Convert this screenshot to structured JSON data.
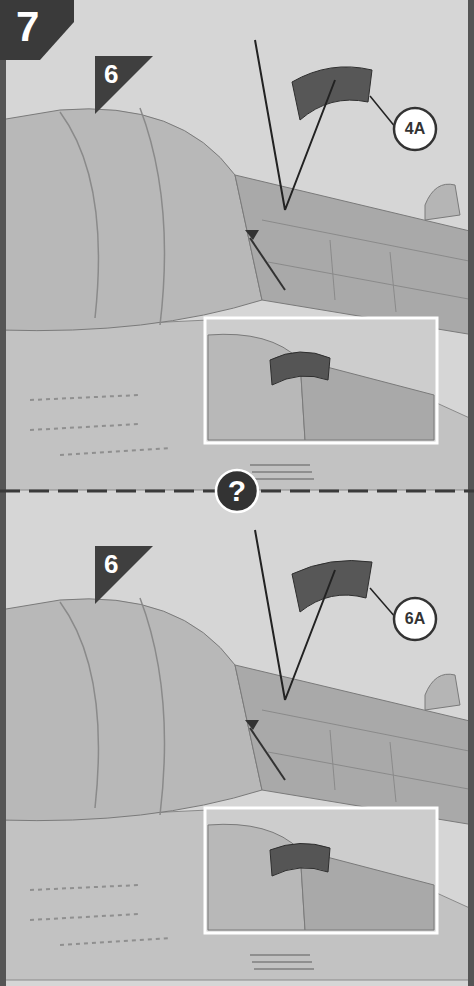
{
  "diagram": {
    "nodes": [
      {
        "text": [
          "7"
        ]
      },
      {
        "text": [
          "6"
        ]
      },
      {
        "text": [
          "4A"
        ]
      },
      {
        "text": [
          "?"
        ]
      },
      {
        "text": [
          "6"
        ]
      },
      {
        "text": [
          "6A"
        ]
      }
    ]
  }
}
